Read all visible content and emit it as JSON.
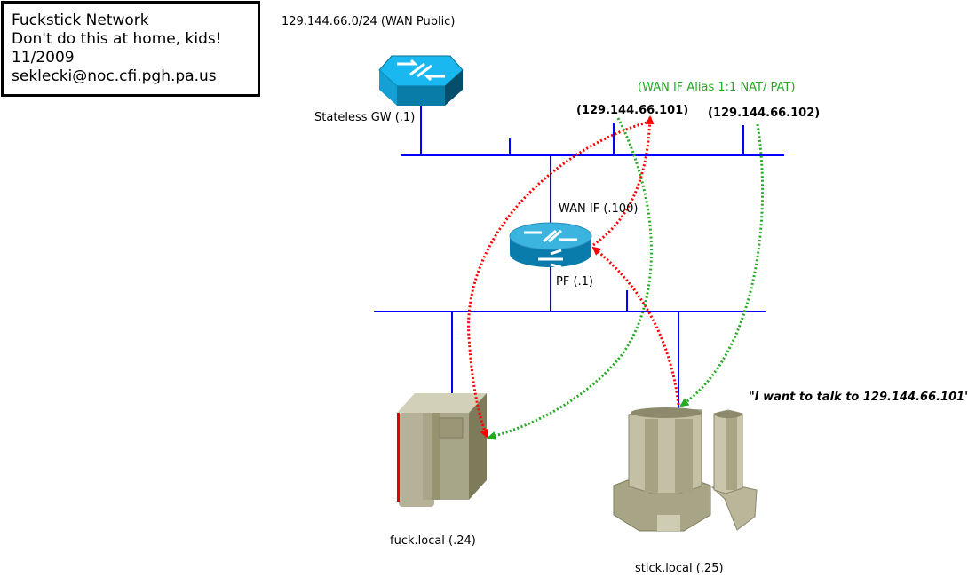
{
  "title_box": {
    "lines": [
      "Fuckstick Network",
      "Don't do this at home, kids!",
      "11/2009",
      "seklecki@noc.cfi.pgh.pa.us"
    ]
  },
  "labels": {
    "wan_subnet": "129.144.66.0/24 (WAN Public)",
    "stateless_gw": "Stateless GW (.1)",
    "wan_alias_note": "(WAN IF Alias 1:1 NAT/ PAT)",
    "ip_101": "(129.144.66.101)",
    "ip_102": "(129.144.66.102)",
    "wan_if": "WAN IF (.100)",
    "pf": "PF (.1)",
    "quote": "\"I want to talk to 129.144.66.101\"",
    "fuck_local": "fuck.local (.24)",
    "stick_local": "stick.local (.25)"
  },
  "colors": {
    "link": "#0000ff",
    "nat_red": "#ff0000",
    "nat_green": "#22aa22",
    "device_blue": "#1aa0d8",
    "server_khaki": "#b0ad8e"
  }
}
